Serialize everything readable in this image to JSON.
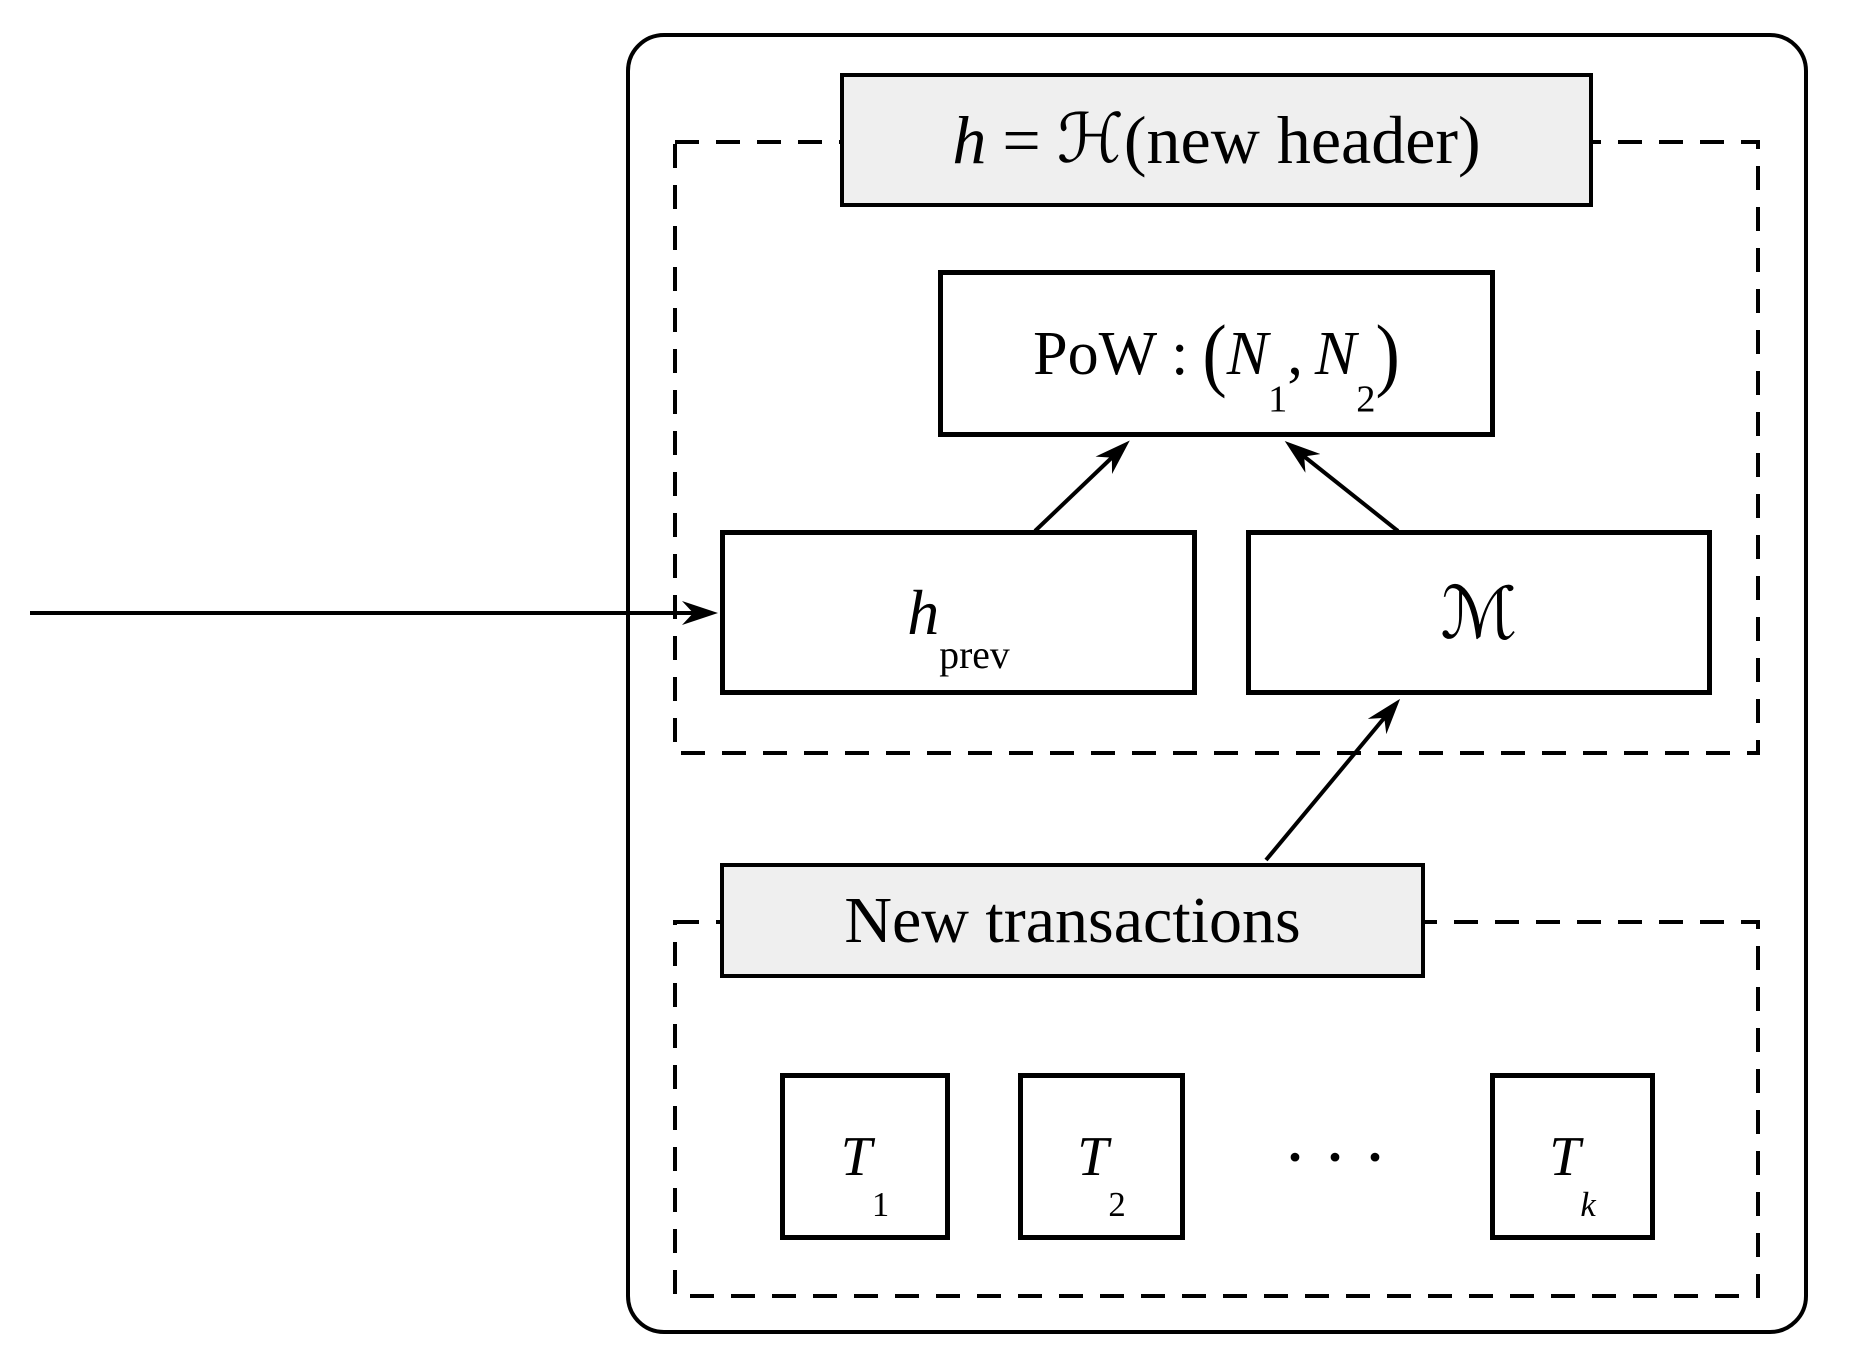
{
  "figure": {
    "colors": {
      "stroke": "#000000",
      "label_fill": "#efefef",
      "background": "#ffffff"
    },
    "block": {
      "hash_label": {
        "var": "h",
        "equals": "=",
        "hash_fn": "ℋ",
        "arg": "(new header)"
      },
      "header_section": {
        "pow_box": {
          "funcname": "PoW",
          "colon": ":",
          "open_paren": "(",
          "nonce1": "N",
          "nonce1_sub": "1",
          "comma": ",",
          "nonce2": "N",
          "nonce2_sub": "2",
          "close_paren": ")"
        },
        "prev_hash_box": {
          "var": "h",
          "sub": "prev"
        },
        "merkle_box": {
          "symbol": "ℳ"
        }
      },
      "transactions_section": {
        "label": "New transactions",
        "tx_boxes": [
          {
            "letter": "T",
            "sub": "1"
          },
          {
            "letter": "T",
            "sub": "2"
          },
          {
            "letter": "T",
            "sub": "k"
          }
        ],
        "ellipsis": "···"
      }
    }
  }
}
